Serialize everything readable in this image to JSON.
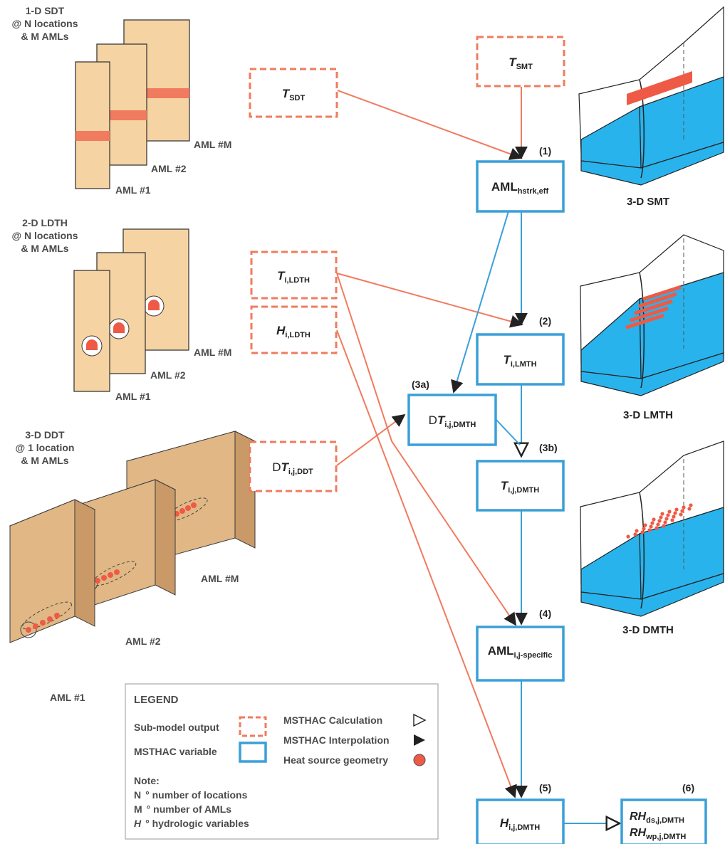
{
  "colors": {
    "submodel": "#f07b5e",
    "mst_blue": "#3a9fd8",
    "panel_fill": "#f6d3a3",
    "panel_stroke": "#3a3a3a",
    "block_face": "#e0b785",
    "block_side": "#c99a68",
    "water": "#29b3ec",
    "heat": "#ee5a45",
    "arrow_dark": "#222222"
  },
  "left_groups": {
    "sdt": {
      "title_lines": [
        "1-D SDT",
        "@ N locations",
        "& M AMLs"
      ],
      "panel_labels": [
        "AML #1",
        "AML #2",
        "AML #M"
      ]
    },
    "ldth": {
      "title_lines": [
        "2-D LDTH",
        "@ N locations",
        "& M AMLs"
      ],
      "panel_labels": [
        "AML #1",
        "AML #2",
        "AML #M"
      ]
    },
    "ddt": {
      "title_lines": [
        "3-D DDT",
        "@ 1 location",
        "& M AMLs"
      ],
      "panel_labels": [
        "AML #1",
        "AML #2",
        "AML #M"
      ]
    }
  },
  "submodel_outputs": {
    "t_sdt": {
      "base": "T",
      "sub": "SDT"
    },
    "t_smt": {
      "base": "T",
      "sub": "SMT"
    },
    "t_ldth": {
      "base": "T",
      "sub": "i,LDTH"
    },
    "h_ldth": {
      "base": "H",
      "sub": "i,LDTH"
    },
    "dt_ddt": {
      "prefix": "D",
      "base": "T",
      "sub": "i,j,DDT"
    }
  },
  "msthac_variables": {
    "aml_eff": {
      "step": "(1)",
      "base": "AML",
      "sub": "hstrk,eff"
    },
    "t_lmth": {
      "step": "(2)",
      "base": "T",
      "sub": "i,LMTH"
    },
    "dt_dmth": {
      "step": "(3a)",
      "prefix": "D",
      "base": "T",
      "sub": "i,j,DMTH"
    },
    "t_dmth": {
      "step": "(3b)",
      "base": "T",
      "sub": "i,j,DMTH"
    },
    "aml_specific": {
      "step": "(4)",
      "base": "AML",
      "sub": "i,j-specific"
    },
    "h_dmth": {
      "step": "(5)",
      "base": "H",
      "sub": "i,j,DMTH"
    },
    "rh": {
      "step": "(6)",
      "line1_base": "RH",
      "line1_sub": "ds,j,DMTH",
      "line2_base": "RH",
      "line2_sub": "wp,j,DMTH"
    }
  },
  "right_models": {
    "smt": "3-D SMT",
    "lmth": "3-D LMTH",
    "dmth": "3-D DMTH"
  },
  "legend": {
    "title": "LEGEND",
    "submodel_output": "Sub-model output",
    "msthac_variable": "MSTHAC variable",
    "calculation": "MSTHAC Calculation",
    "interpolation": "MSTHAC Interpolation",
    "heat_source": "Heat source geometry",
    "note_title": "Note:",
    "notes": [
      {
        "key": "N",
        "text": "° number of locations"
      },
      {
        "key": "M",
        "text": "° number of AMLs"
      },
      {
        "key": "H",
        "text": "° hydrologic variables"
      }
    ]
  }
}
